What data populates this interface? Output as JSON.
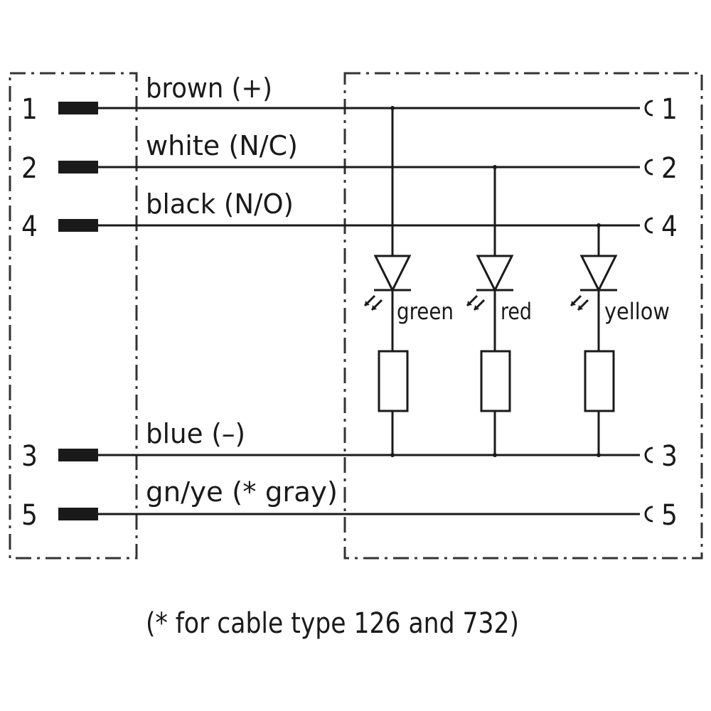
{
  "left_pins": [
    {
      "num": "1",
      "wire": "brown (+)"
    },
    {
      "num": "2",
      "wire": "white (N/C)"
    },
    {
      "num": "4",
      "wire": "black (N/O)"
    },
    {
      "num": "3",
      "wire": "blue (–)"
    },
    {
      "num": "5",
      "wire": "gn/ye   (* gray)"
    }
  ],
  "right_pins": [
    "1",
    "2",
    "4",
    "3",
    "5"
  ],
  "leds": [
    {
      "color": "green"
    },
    {
      "color": "red"
    },
    {
      "color": "yellow"
    }
  ],
  "footnote": "(* for cable type 126 and 732)"
}
